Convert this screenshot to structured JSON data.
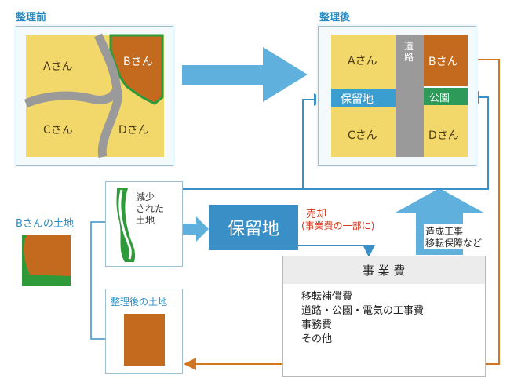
{
  "before": {
    "title": "整理前",
    "plots": {
      "a": "Aさん",
      "b": "Bさん",
      "c": "Cさん",
      "d": "Dさん"
    }
  },
  "after": {
    "title": "整理後",
    "plots": {
      "a": "Aさん",
      "b": "Bさん",
      "c": "Cさん",
      "d": "Dさん"
    },
    "road": "道路",
    "reserve": "保留地",
    "park": "公園"
  },
  "b_land": {
    "label": "Bさんの土地"
  },
  "reduced": {
    "label_lines": [
      "減少",
      "された",
      "土地"
    ]
  },
  "after_land": {
    "label": "整理後の土地"
  },
  "reserve_box": {
    "label": "保留地"
  },
  "sale": {
    "line1": "売却",
    "line2": "(事業費の一部に)"
  },
  "construction": {
    "line1": "造成工事",
    "line2": "移転保障など"
  },
  "project_cost": {
    "title": "事 業 費",
    "items": [
      "移転補償費",
      "道路・公園・電気の工事費",
      "事務費",
      "その他"
    ]
  },
  "colors": {
    "blue_label": "#2a8cc4",
    "field_yellow": "#f2d86a",
    "plot_brown": "#c46a1e",
    "road_gray": "#9a9a9a",
    "reserve_blue": "#3a9fd0",
    "park_green": "#2e9a5a",
    "arrow_blue": "#5fb0dc",
    "line_orange": "#d2761e",
    "sale_red": "#d0391f"
  }
}
